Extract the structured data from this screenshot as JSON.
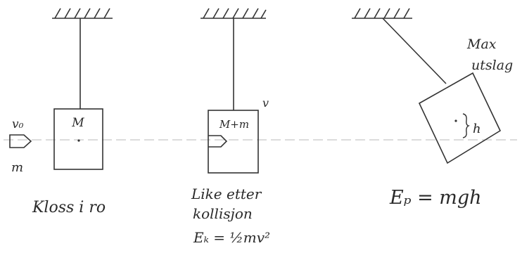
{
  "panel_1": {
    "bullet_speed": "v₀",
    "bullet_mass": "m",
    "block_mass": "M",
    "caption": "Kloss i ro"
  },
  "panel_2": {
    "combined_speed": "v",
    "combined_mass": "M+m",
    "caption_line_1": "Like etter",
    "caption_line_2": "kollisjon",
    "energy_formula": "Eₖ = ½mv²"
  },
  "panel_3": {
    "label_line_1": "Max",
    "label_line_2": "utslag",
    "height_label": "h",
    "energy_formula": "Eₚ = mgh"
  }
}
